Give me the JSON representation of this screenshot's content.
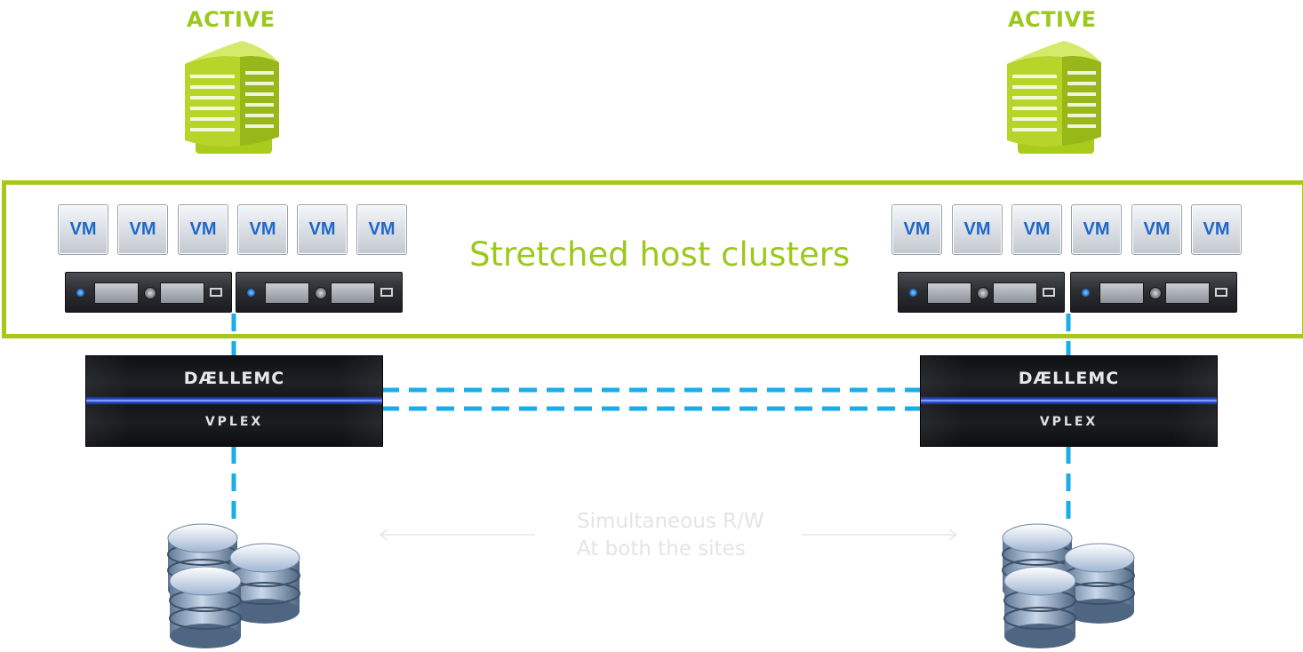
{
  "sites": [
    {
      "status": "ACTIVE",
      "vms": [
        "VM",
        "VM",
        "VM",
        "VM",
        "VM",
        "VM"
      ],
      "appliance": {
        "brand": "DÆLLEMC",
        "model": "VPLEX"
      }
    },
    {
      "status": "ACTIVE",
      "vms": [
        "VM",
        "VM",
        "VM",
        "VM",
        "VM",
        "VM"
      ],
      "appliance": {
        "brand": "DÆLLEMC",
        "model": "VPLEX"
      }
    }
  ],
  "cluster_label": "Stretched host clusters",
  "replication": {
    "line1": "Simultaneous R/W",
    "line2": "At both the sites"
  },
  "colors": {
    "accent_green": "#a6c81e",
    "link_blue": "#1aaee8",
    "vm_text": "#1e68c8"
  },
  "icons": [
    "datacenter-building-icon",
    "vm-icon",
    "rack-server-icon",
    "vplex-appliance-icon",
    "storage-database-icon",
    "double-arrow-icon"
  ]
}
